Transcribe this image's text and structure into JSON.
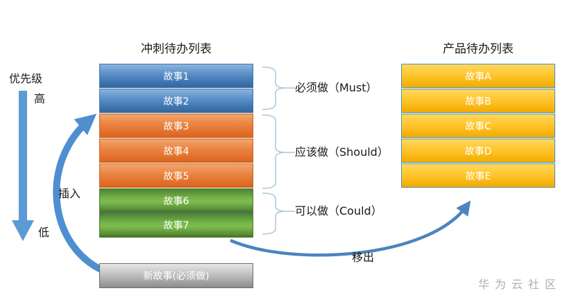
{
  "priority": {
    "label": "优先级",
    "high": "高",
    "low": "低"
  },
  "sprint": {
    "title": "冲刺待办列表",
    "items": [
      {
        "label": "故事1",
        "group": "must"
      },
      {
        "label": "故事2",
        "group": "must"
      },
      {
        "label": "故事3",
        "group": "should"
      },
      {
        "label": "故事4",
        "group": "should"
      },
      {
        "label": "故事5",
        "group": "should"
      },
      {
        "label": "故事6",
        "group": "could"
      },
      {
        "label": "故事7",
        "group": "could"
      }
    ]
  },
  "new_story": {
    "label": "新故事(必须做)"
  },
  "product": {
    "title": "产品待办列表",
    "items": [
      {
        "label": "故事A"
      },
      {
        "label": "故事B"
      },
      {
        "label": "故事C"
      },
      {
        "label": "故事D"
      },
      {
        "label": "故事E"
      }
    ]
  },
  "groups": [
    {
      "label": "必须做（Must）"
    },
    {
      "label": "应该做（Should）"
    },
    {
      "label": "可以做（Could）"
    }
  ],
  "arrows": {
    "insert": "插入",
    "remove": "移出"
  },
  "watermark": "华为云社区",
  "colors": {
    "must_blue": "#4A86C5",
    "should_orange": "#E87E35",
    "could_green": "#6FAE45",
    "backlog_yellow": "#FFC32B",
    "new_story_gray": "#ABABAB",
    "arrow_blue": "#5B9BD5",
    "brace_blue": "#A7C6D8"
  }
}
